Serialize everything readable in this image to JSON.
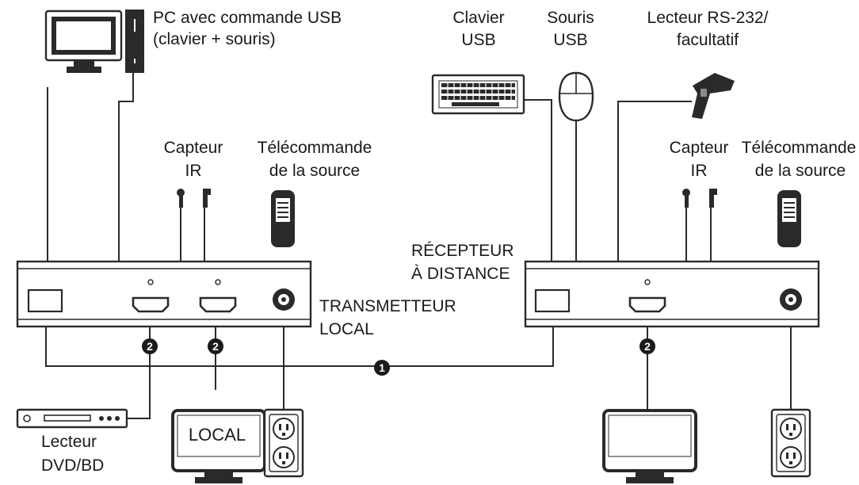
{
  "labels": {
    "pc_line1": "PC avec commande USB",
    "pc_line2": "(clavier + souris)",
    "keyboard_line1": "Clavier",
    "keyboard_line2": "USB",
    "mouse_line1": "Souris",
    "mouse_line2": "USB",
    "scanner_line1": "Lecteur RS-232/",
    "scanner_line2": "facultatif",
    "ir_local_line1": "Capteur",
    "ir_local_line2": "IR",
    "remote_local_line1": "Télécommande",
    "remote_local_line2": "de la source",
    "ir_remote_line1": "Capteur",
    "ir_remote_line2": "IR",
    "remote_remote_line1": "Télécommande",
    "remote_remote_line2": "de la source",
    "receiver_line1": "RÉCEPTEUR",
    "receiver_line2": "À DISTANCE",
    "transmitter_line1": "TRANSMETTEUR",
    "transmitter_line2": "LOCAL",
    "dvd_line1": "Lecteur",
    "dvd_line2": "DVD/BD",
    "local_screen": "LOCAL"
  },
  "badges": {
    "cat_cable": "1",
    "hdmi_cable": "2"
  },
  "icons": {
    "pc": "desktop-computer-icon",
    "keyboard": "keyboard-icon",
    "mouse": "mouse-icon",
    "scanner": "barcode-scanner-icon",
    "remote": "remote-control-icon",
    "ir_sensor": "ir-sensor-icon",
    "outlet": "power-outlet-icon",
    "monitor": "monitor-icon",
    "dvd": "dvd-player-icon"
  },
  "colors": {
    "line": "#2a2a2a",
    "background": "#ffffff"
  }
}
